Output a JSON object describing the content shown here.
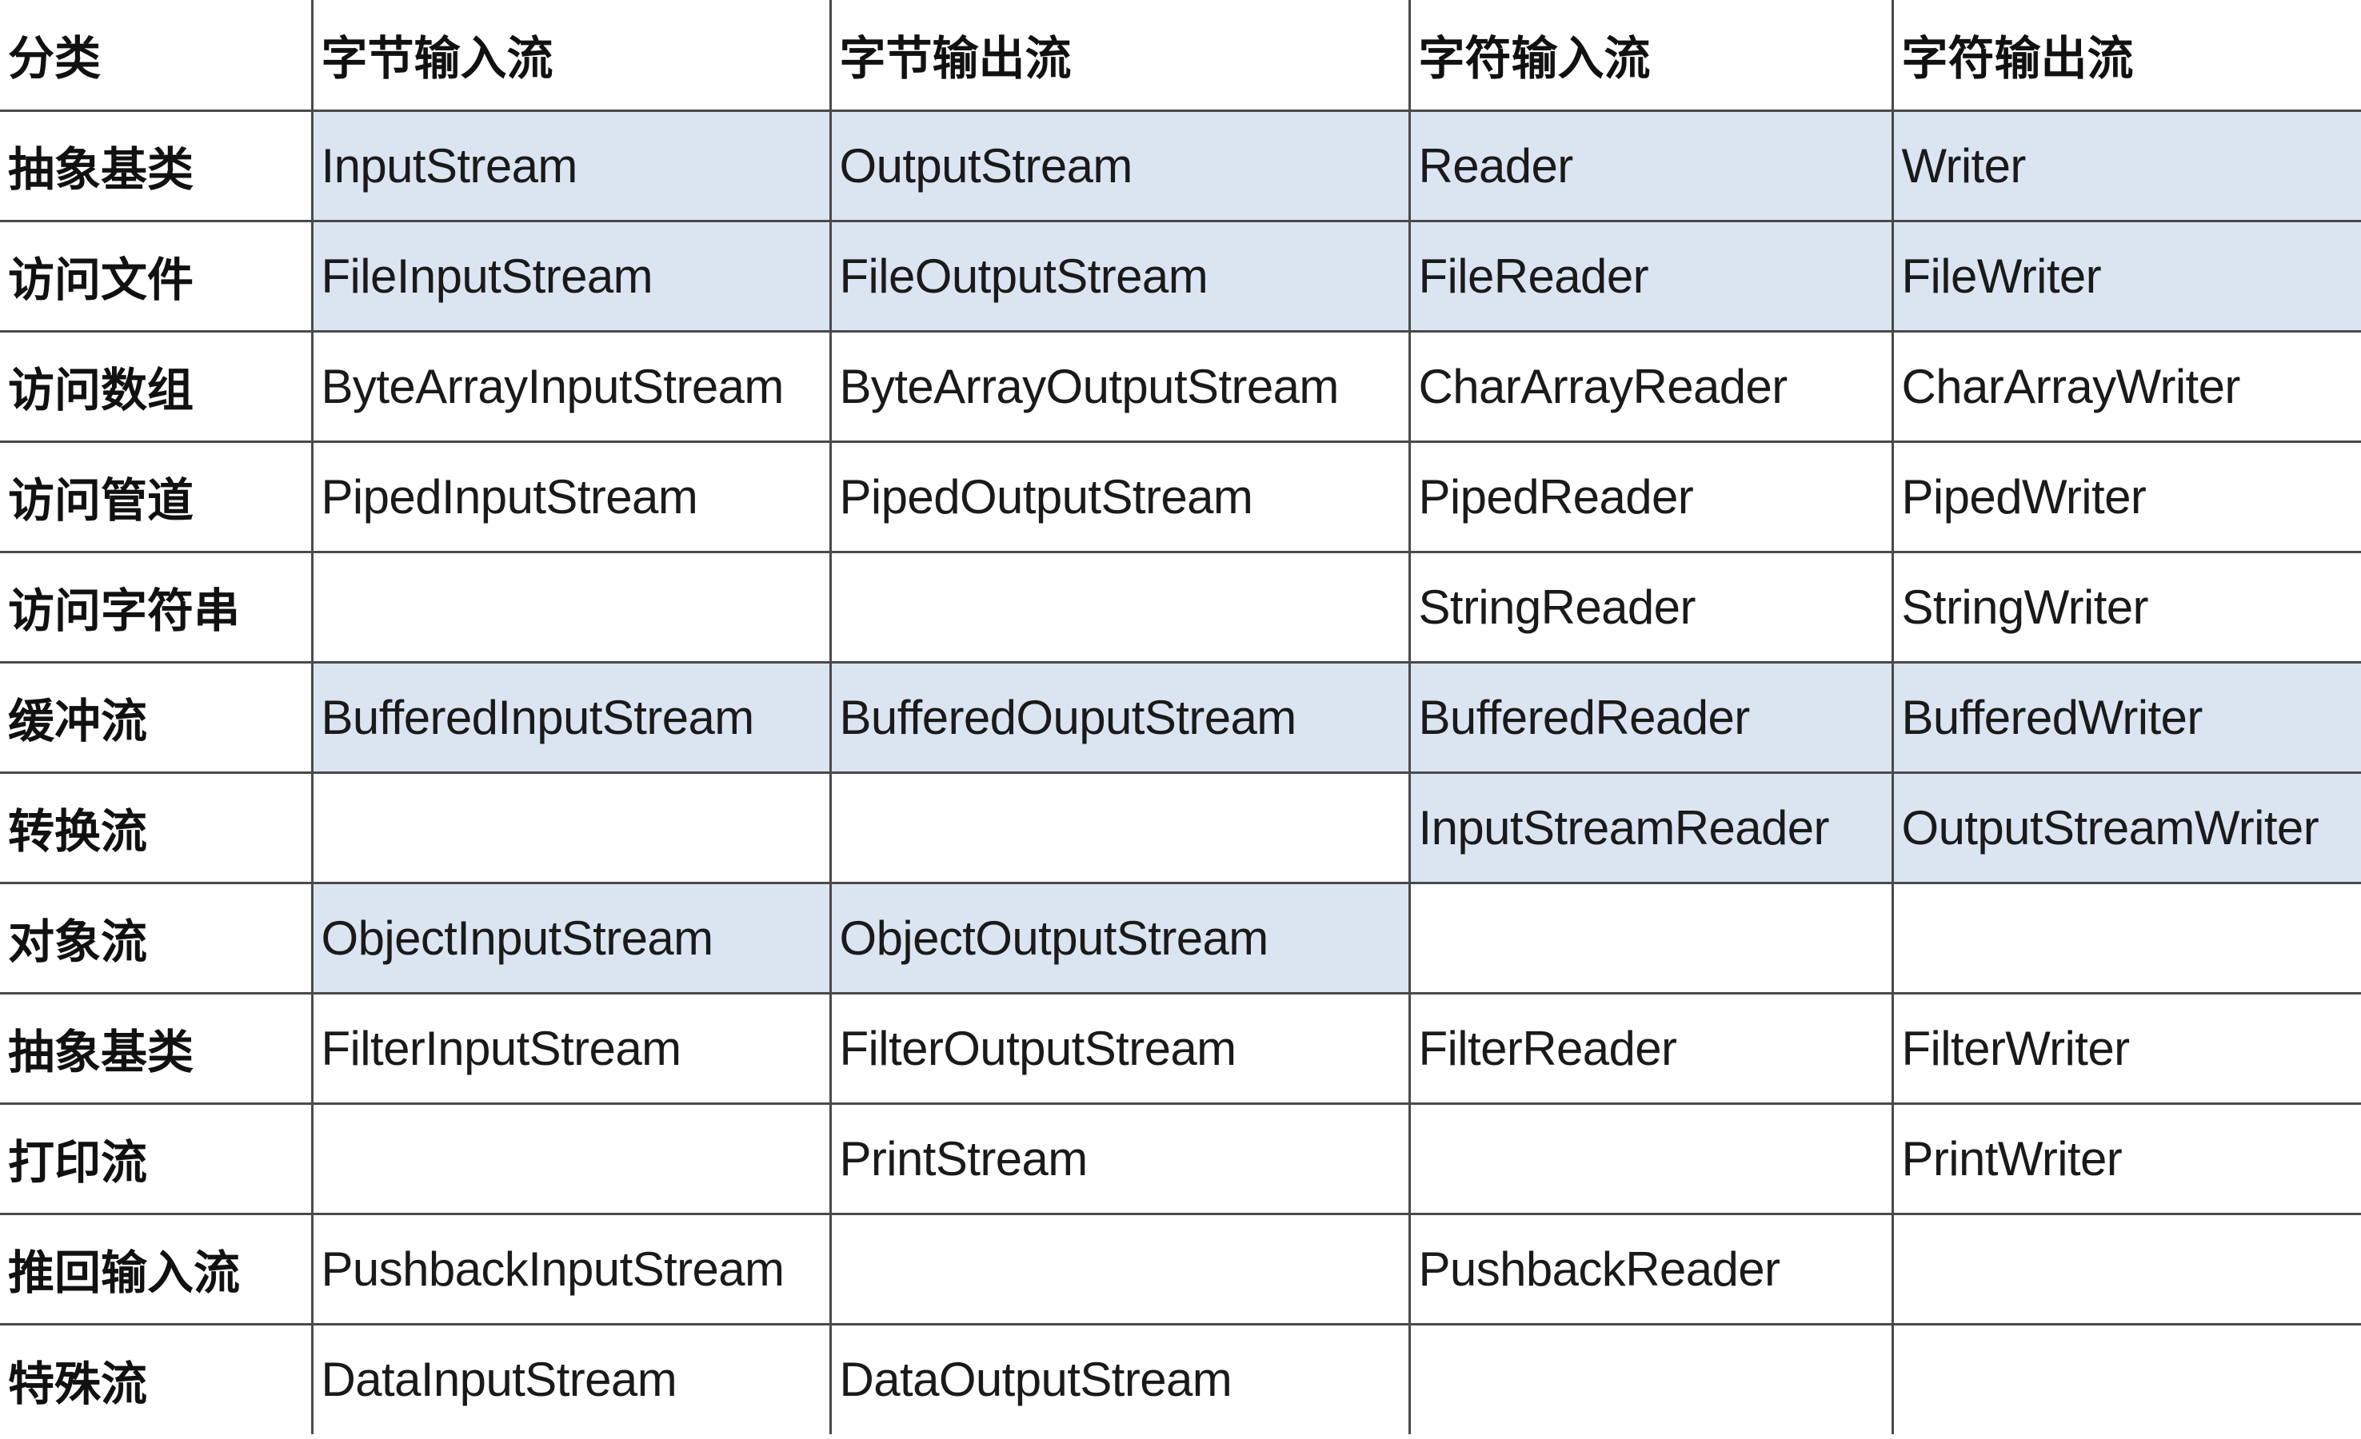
{
  "table": {
    "highlight_color": "#dbe5f1",
    "headers": [
      "分类",
      "字节输入流",
      "字节输出流",
      "字符输入流",
      "字符输出流"
    ],
    "rows": [
      {
        "label": "抽象基类",
        "highlighted": true,
        "cells": [
          "InputStream",
          "OutputStream",
          "Reader",
          "Writer"
        ]
      },
      {
        "label": "访问文件",
        "highlighted": true,
        "cells": [
          "FileInputStream",
          "FileOutputStream",
          "FileReader",
          "FileWriter"
        ]
      },
      {
        "label": "访问数组",
        "highlighted": false,
        "cells": [
          "ByteArrayInputStream",
          "ByteArrayOutputStream",
          "CharArrayReader",
          "CharArrayWriter"
        ]
      },
      {
        "label": "访问管道",
        "highlighted": false,
        "cells": [
          "PipedInputStream",
          "PipedOutputStream",
          "PipedReader",
          "PipedWriter"
        ]
      },
      {
        "label": "访问字符串",
        "highlighted": false,
        "cells": [
          "",
          "",
          "StringReader",
          "StringWriter"
        ]
      },
      {
        "label": "缓冲流",
        "highlighted": true,
        "cells": [
          "BufferedInputStream",
          "BufferedOuputStream",
          "BufferedReader",
          "BufferedWriter"
        ]
      },
      {
        "label": "转换流",
        "highlighted": true,
        "highlight_cols": [
          2,
          3
        ],
        "cells": [
          "",
          "",
          "InputStreamReader",
          "OutputStreamWriter"
        ]
      },
      {
        "label": "对象流",
        "highlighted": true,
        "highlight_cols": [
          0,
          1
        ],
        "cells": [
          "ObjectInputStream",
          "ObjectOutputStream",
          "",
          ""
        ]
      },
      {
        "label": "抽象基类",
        "highlighted": false,
        "cells": [
          "FilterInputStream",
          "FilterOutputStream",
          "FilterReader",
          "FilterWriter"
        ]
      },
      {
        "label": "打印流",
        "highlighted": false,
        "cells": [
          "",
          "PrintStream",
          "",
          "PrintWriter"
        ]
      },
      {
        "label": "推回输入流",
        "highlighted": false,
        "cells": [
          "PushbackInputStream",
          "",
          "PushbackReader",
          ""
        ]
      },
      {
        "label": "特殊流",
        "highlighted": false,
        "cells": [
          "DataInputStream",
          "DataOutputStream",
          "",
          ""
        ]
      }
    ]
  }
}
